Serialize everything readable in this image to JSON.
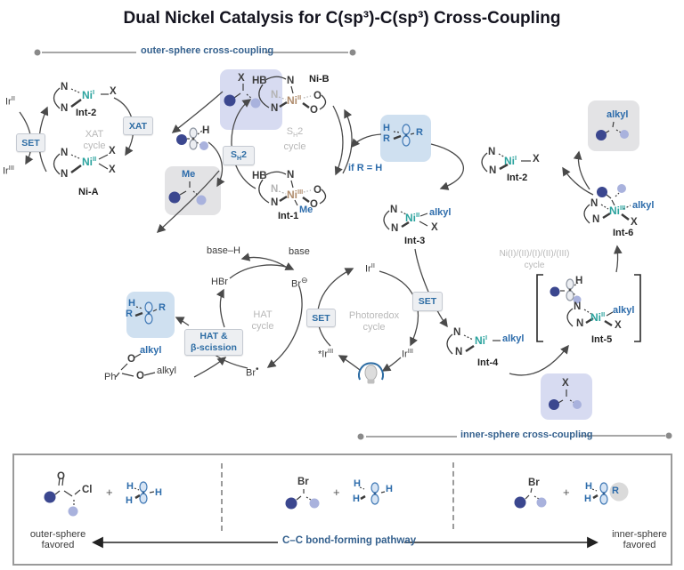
{
  "title": "Dual Nickel Catalysis for C(sp³)-C(sp³) Cross-Coupling",
  "sections": {
    "outer": "outer-sphere cross-coupling",
    "inner": "inner-sphere cross-coupling"
  },
  "steps": {
    "set": "SET",
    "xat": "XAT",
    "sh2_s": "S",
    "sh2_h": "H",
    "sh2_2": "2",
    "hat1": "HAT &",
    "hat2": "β-scission"
  },
  "cycles": {
    "xat1": "XAT",
    "xat2": "cycle",
    "sh2_s": "S",
    "sh2_h": "H",
    "sh2_2": "2",
    "sh2c": "cycle",
    "hat1": "HAT",
    "hat2": "cycle",
    "pr1": "Photoredox",
    "pr2": "cycle",
    "ni1": "Ni(I)/(II)/(I)/(II)/(III)",
    "ni2": "cycle"
  },
  "species": {
    "ir": "Ir",
    "irstar": "*Ir",
    "ii": "II",
    "iii": "III",
    "baseh": "base–H",
    "base": "base",
    "hbr": "HBr",
    "br": "Br",
    "ominus": "⊖",
    "dot": "•",
    "ifrh": "if R = H"
  },
  "atoms": {
    "n": "N",
    "x": "X",
    "o": "O",
    "hb": "HB",
    "h": "H",
    "r": "R",
    "me": "Me",
    "alkyl": "alkyl",
    "ph": "Ph",
    "cl": "Cl",
    "br": "Br",
    "plus": "+",
    "ni": "Ni",
    "i": "I",
    "ii": "II",
    "iii": "III"
  },
  "labels": {
    "int1": "Int-1",
    "int2": "Int-2",
    "int3": "Int-3",
    "int4": "Int-4",
    "int5": "Int-5",
    "int6": "Int-6",
    "nia": "Ni-A",
    "nib": "Ni-B"
  },
  "bottom": {
    "pathway": "C–C bond-forming pathway",
    "outer1": "outer-sphere",
    "outer2": "favored",
    "inner1": "inner-sphere",
    "inner2": "favored"
  },
  "colors": {
    "accent_blue": "#2d6cab",
    "section_blue": "#35618e",
    "ni_teal": "#2ba39e",
    "ni_tan": "#b08d6e",
    "dark_dot": "#3b478f",
    "light_dot": "#a9b2dd",
    "highlight_blue": "#cfe0f0",
    "highlight_lavender": "#d7dbf1",
    "highlight_gray": "#e3e3e5"
  }
}
